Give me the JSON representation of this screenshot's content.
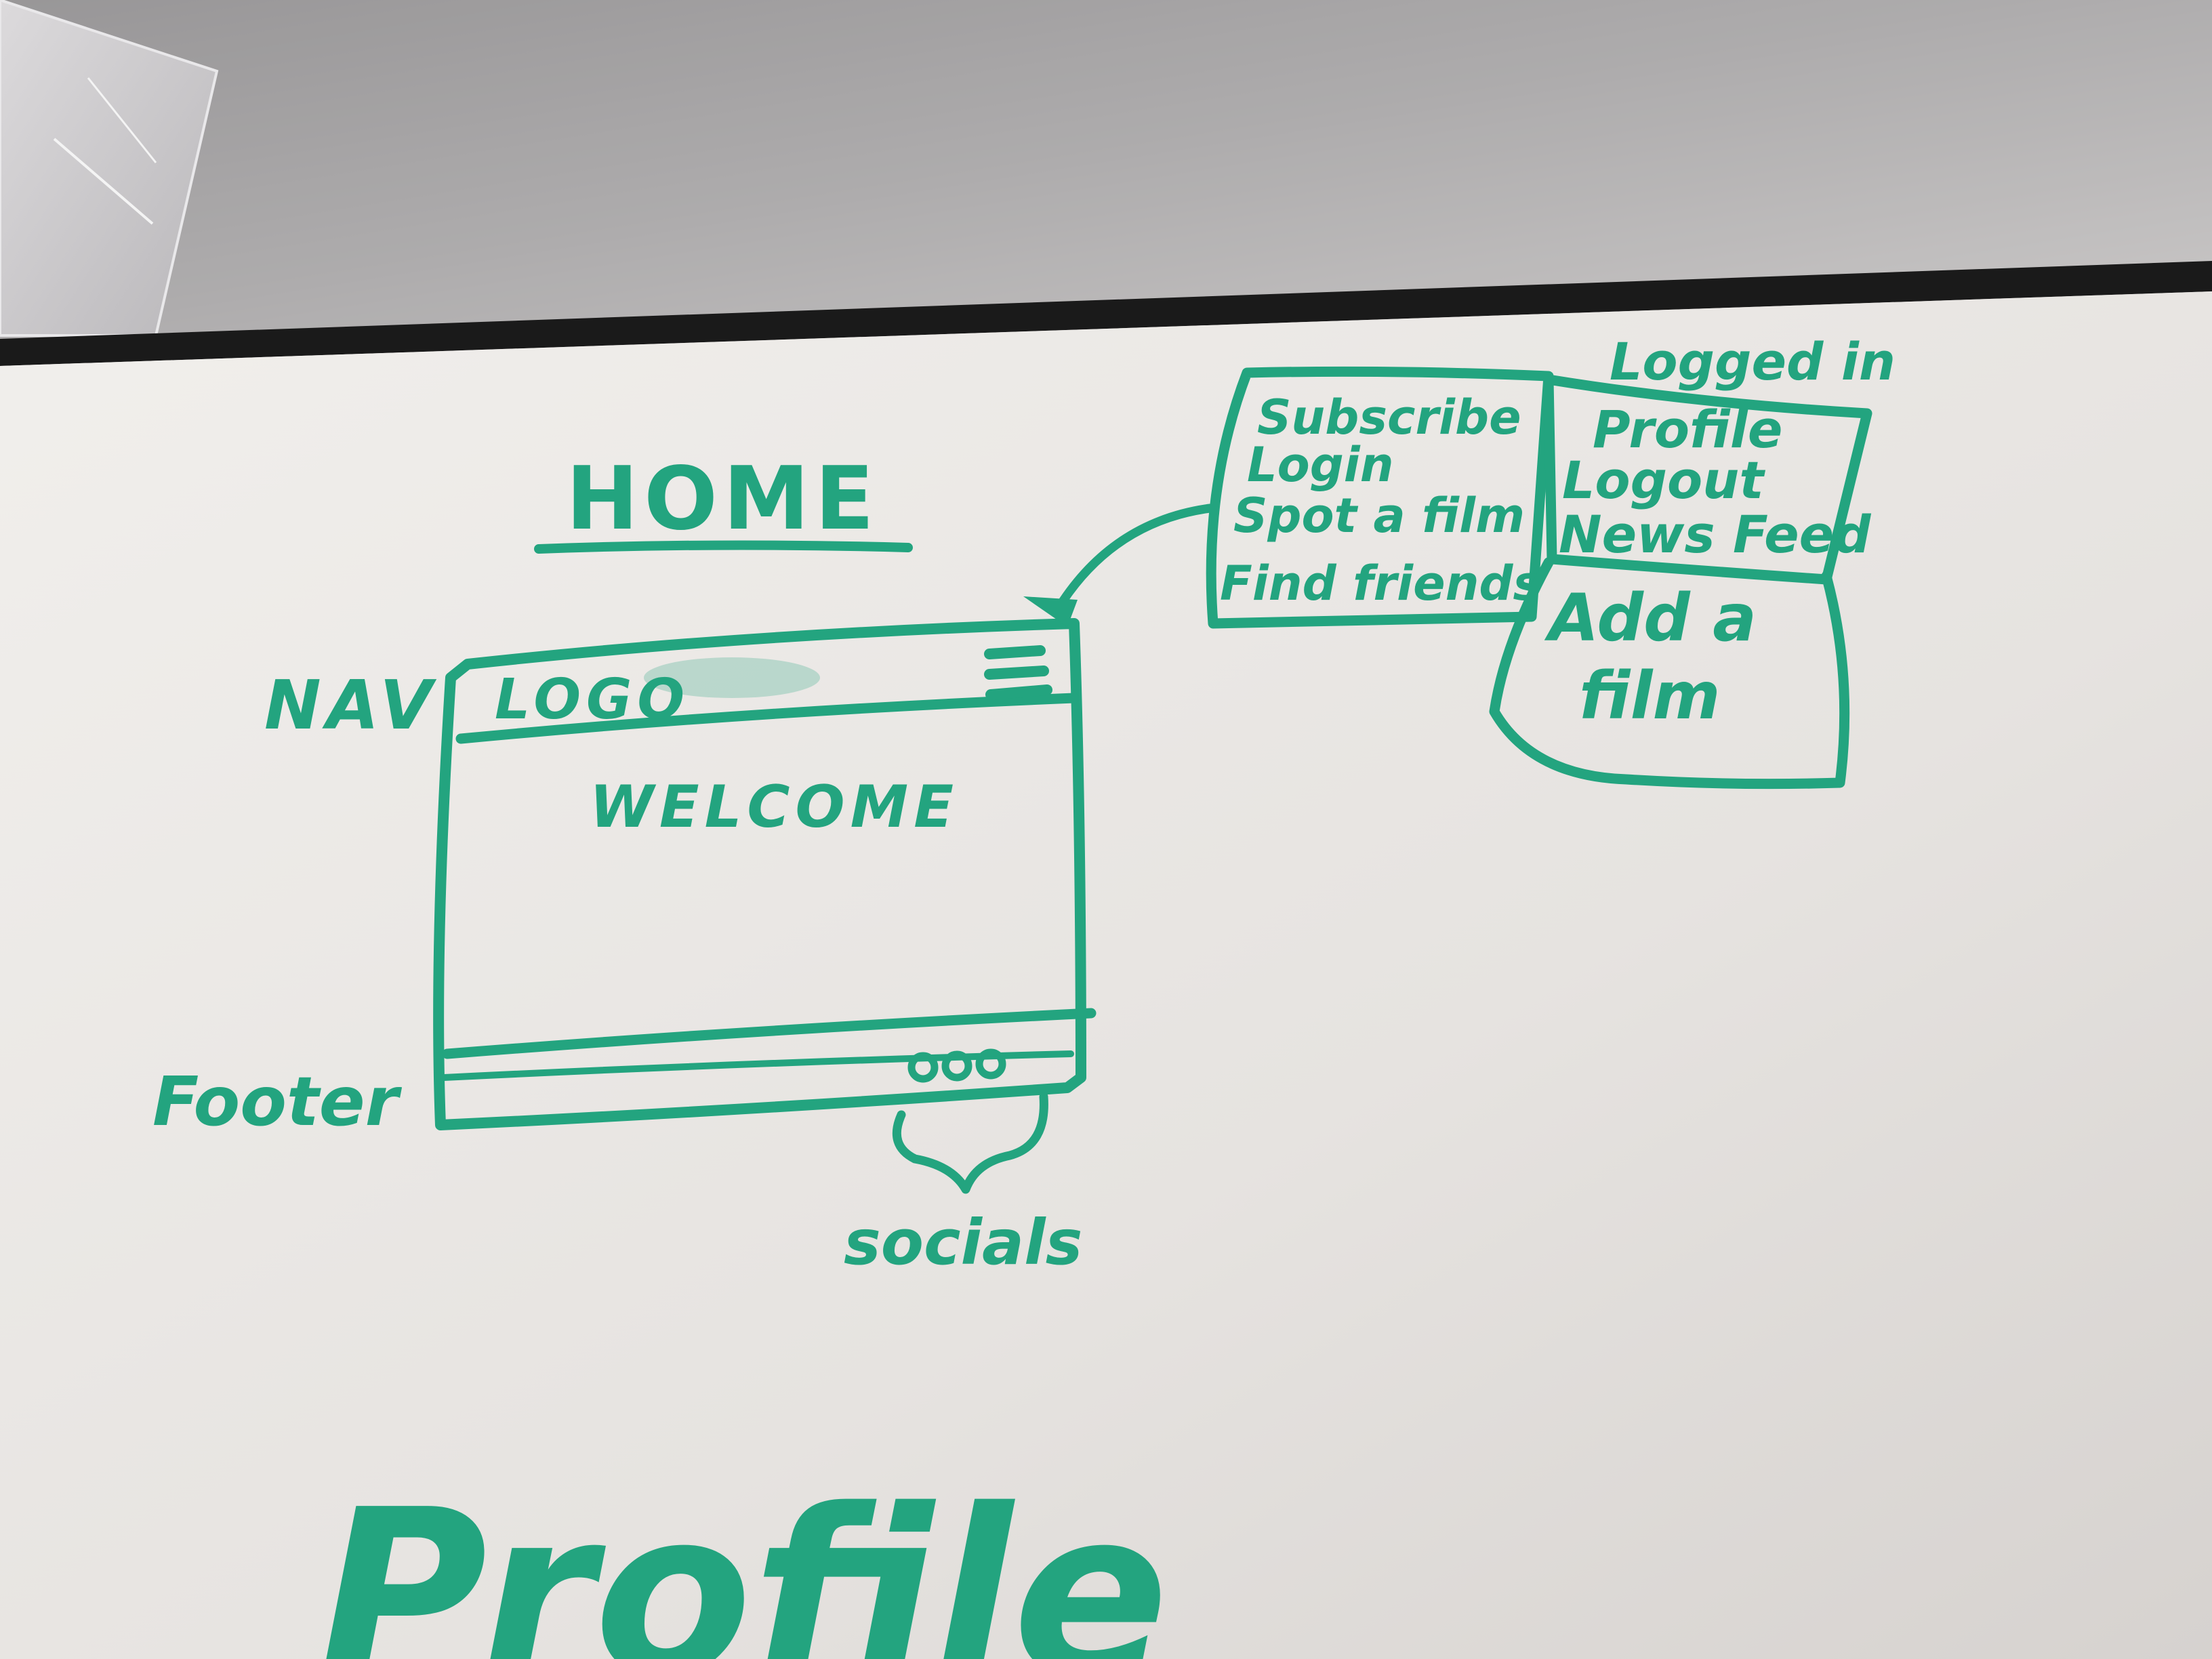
{
  "palette": {
    "marker": "#23a47f",
    "board": "#e8e6e3",
    "wall": "#6f6d6e",
    "frame": "#1a1a1a"
  },
  "heading": "HOME",
  "labels": {
    "nav": "NAV",
    "footer": "Footer",
    "socials": "socials"
  },
  "wireframe": {
    "logo": "LOGO",
    "welcome": "WELCOME",
    "menu_icon": "hamburger-menu-icon",
    "social_dots": "ooo"
  },
  "menu_list": [
    "Subscribe",
    "Login",
    "Spot a film",
    "Find friends"
  ],
  "logged_in": {
    "title": "Logged in",
    "items": [
      "Profile",
      "Logout",
      "News Feed"
    ],
    "action": [
      "Add a",
      "film"
    ]
  },
  "bottom_word": "Profile"
}
